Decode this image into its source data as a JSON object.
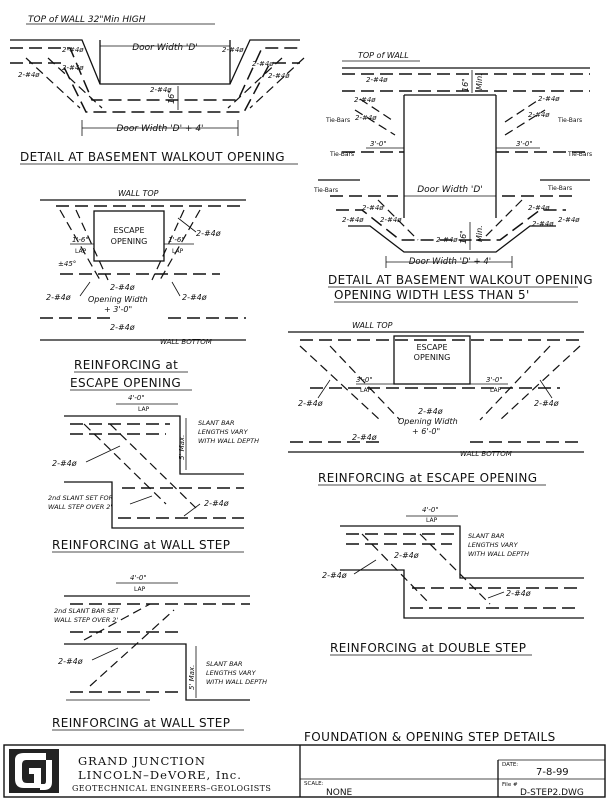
{
  "sheet_title": "FOUNDATION & OPENING STEP DETAILS",
  "d1": {
    "top_label": "TOP of WALL 32\"Min HIGH",
    "door_label": "Door Width 'D'",
    "door_label_bottom": "Door Width 'D' + 4'",
    "bar": "2-#4ø",
    "dim": "16\"",
    "title": "DETAIL AT BASEMENT WALKOUT OPENING"
  },
  "d2": {
    "top_label": "TOP of WALL",
    "door_label": "Door Width 'D'",
    "door_label_bottom": "Door Width 'D' + 4'",
    "bar": "2-#4ø",
    "tie": "Tie-Bars",
    "lap": "3'-0\"",
    "dim_top": "16\"",
    "dim_top2": "Min.",
    "dim_bot": "16\"",
    "dim_bot2": "Min.",
    "title_1": "DETAIL AT BASEMENT WALKOUT OPENING",
    "title_2": "OPENING WIDTH LESS THAN 5'"
  },
  "d3": {
    "wall_top": "WALL TOP",
    "wall_bottom": "WALL BOTTOM",
    "opening_1": "ESCAPE",
    "opening_2": "OPENING",
    "lap": "1'-6\"",
    "lap_word": "LAP",
    "angle": "±45°",
    "bar": "2-#4ø",
    "width_1": "Opening Width",
    "width_2": "+ 3'-0\"",
    "title_1": "REINFORCING at",
    "title_2": "ESCAPE OPENING"
  },
  "d4": {
    "wall_top": "WALL TOP",
    "wall_bottom": "WALL BOTTOM",
    "opening_1": "ESCAPE",
    "opening_2": "OPENING",
    "lap": "3'-0\"",
    "lap_word": "LAP",
    "bar": "2-#4ø",
    "width_1": "Opening Width",
    "width_2": "+ 6'-0\"",
    "title": "REINFORCING at ESCAPE OPENING"
  },
  "d5": {
    "lap": "4'-0\"",
    "lap_word": "LAP",
    "bar": "2-#4ø",
    "dim": "5' Max.",
    "note_1": "SLANT BAR",
    "note_2": "LENGTHS VARY",
    "note_3": "WITH WALL DEPTH",
    "note2_1": "2nd SLANT SET FOR",
    "note2_2": "WALL STEP OVER 2'",
    "title": "REINFORCING at WALL STEP"
  },
  "d6": {
    "lap": "4'-0\"",
    "lap_word": "LAP",
    "bar": "2-#4ø",
    "note_1": "SLANT BAR",
    "note_2": "LENGTHS VARY",
    "note_3": "WITH WALL DEPTH",
    "title": "REINFORCING at DOUBLE STEP"
  },
  "d7": {
    "lap": "4'-0\"",
    "lap_word": "LAP",
    "bar": "2-#4ø",
    "dim": "5' Max.",
    "note_1": "SLANT BAR",
    "note_2": "LENGTHS VARY",
    "note_3": "WITH WALL DEPTH",
    "note2_1": "2nd SLANT BAR SET",
    "note2_2": "WALL STEP OVER 2'",
    "title": "REINFORCING at WALL STEP"
  },
  "title_block": {
    "company_1": "GRAND JUNCTION",
    "company_2": "LINCOLN–DeVORE, Inc.",
    "company_3": "GEOTECHNICAL ENGINEERS–GEOLOGISTS",
    "scale_label": "SCALE:",
    "scale_value": "NONE",
    "date_label": "DATE:",
    "date_value": "7-8-99",
    "file_label": "File #",
    "file_value": "D-STEP2.DWG"
  }
}
